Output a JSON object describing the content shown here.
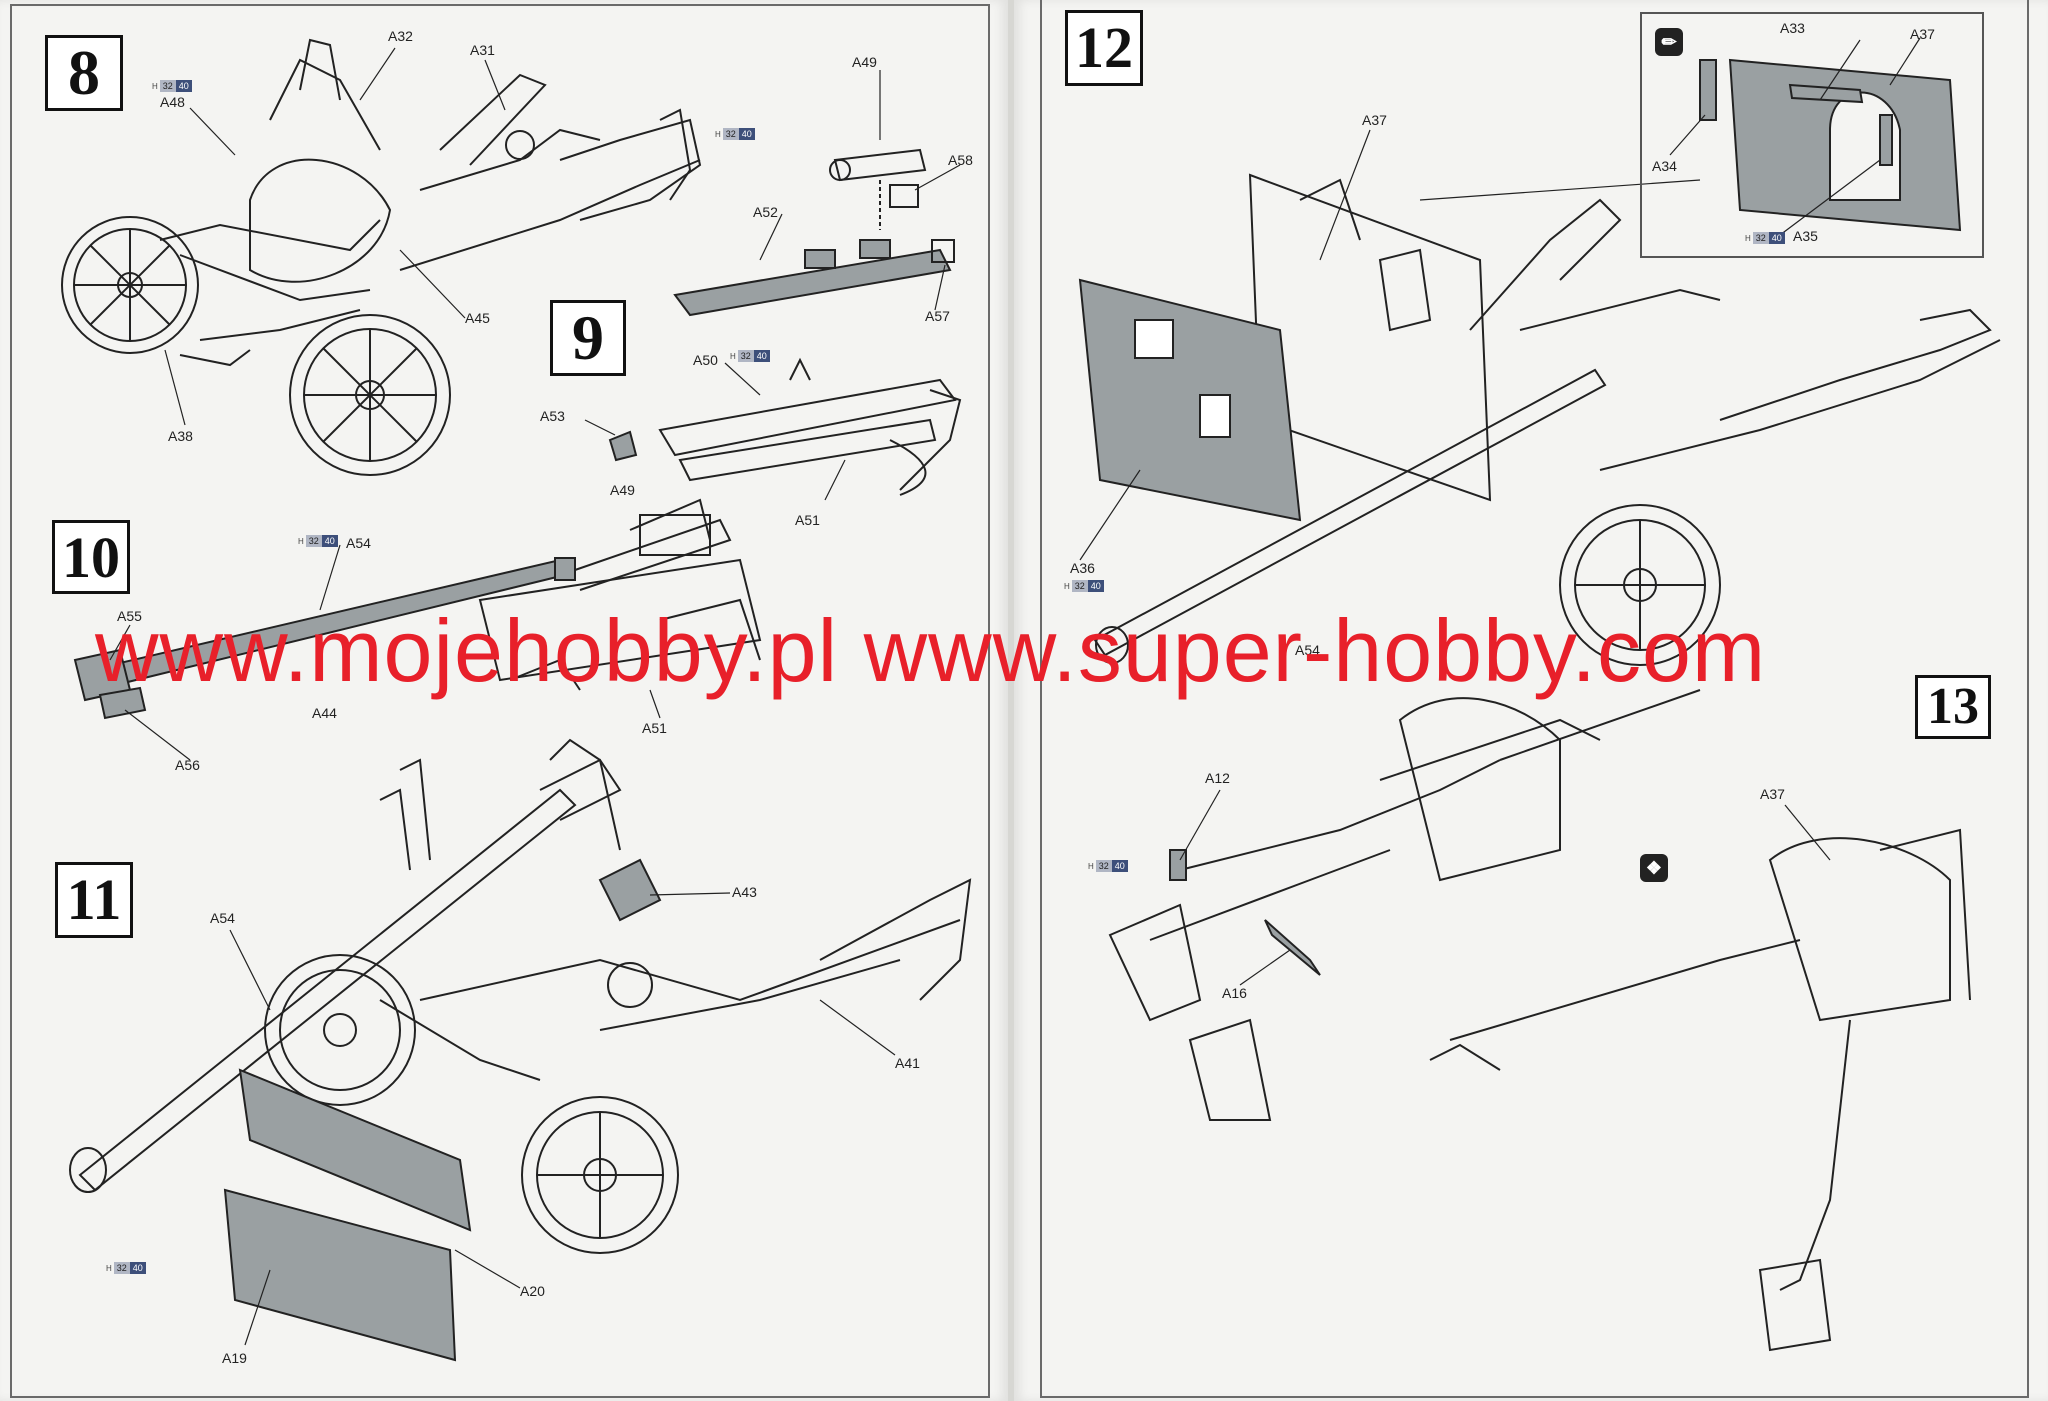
{
  "steps": [
    {
      "number": "8"
    },
    {
      "number": "9"
    },
    {
      "number": "10"
    },
    {
      "number": "11"
    },
    {
      "number": "12"
    },
    {
      "number": "13"
    }
  ],
  "paint_code": {
    "prefix": "H",
    "primary": "32",
    "secondary": "40"
  },
  "colors": {
    "paint_light": "#b0b6c4",
    "paint_dark": "#3d4f7a",
    "watermark": "#e8202a",
    "part_fill": "#9aa0a2"
  },
  "labels": {
    "A12": "A12",
    "A16": "A16",
    "A19": "A19",
    "A20": "A20",
    "A31": "A31",
    "A32": "A32",
    "A33": "A33",
    "A34": "A34",
    "A35": "A35",
    "A36": "A36",
    "A37": "A37",
    "A38": "A38",
    "A41": "A41",
    "A43": "A43",
    "A44": "A44",
    "A45": "A45",
    "A48": "A48",
    "A49": "A49",
    "A50": "A50",
    "A51": "A51",
    "A52": "A52",
    "A53": "A53",
    "A54": "A54",
    "A55": "A55",
    "A56": "A56",
    "A57": "A57",
    "A58": "A58"
  },
  "icons": {
    "glue": "glue-icon",
    "attention": "attention-icon"
  },
  "watermark": "www.mojehobby.pl www.super-hobby.com"
}
